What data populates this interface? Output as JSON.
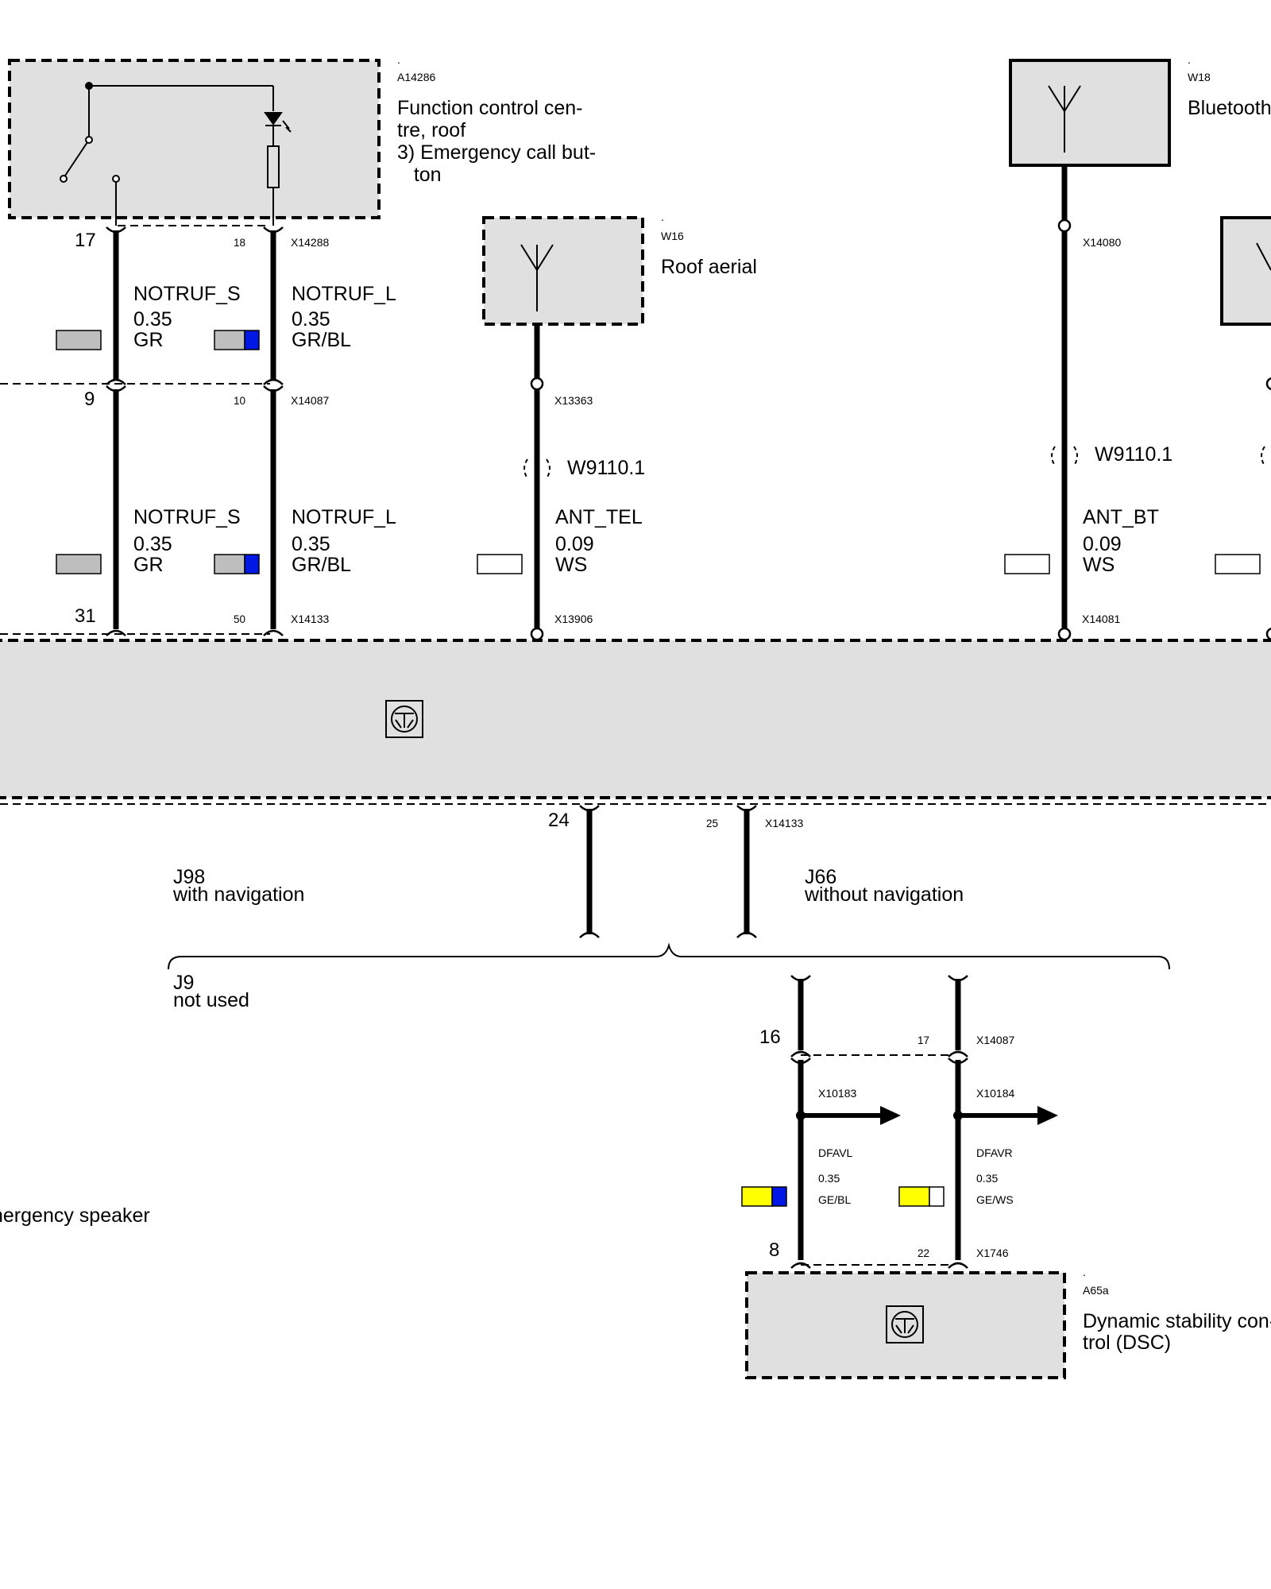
{
  "components": {
    "fcc": {
      "ref": "A14286",
      "name_lines": [
        "Function control cen-",
        "tre, roof",
        "3) Emergency call but-",
        "   ton"
      ]
    },
    "bt": {
      "ref": "W18",
      "name_lines": [
        "Bluetooth"
      ]
    },
    "roof_aerial": {
      "ref": "W16",
      "name_lines": [
        "Roof aerial"
      ]
    },
    "dsc": {
      "ref": "A65a",
      "name_lines": [
        "Dynamic stability con-",
        "trol (DSC)"
      ]
    },
    "speaker": {
      "name_lines": [
        "nergency speaker"
      ]
    }
  },
  "connectors": {
    "x14288": {
      "id": "X14288",
      "pin_a": "17",
      "pin_b": "18"
    },
    "x14087_top": {
      "id": "X14087",
      "pin_a": "9",
      "pin_b": "10"
    },
    "x14133_top": {
      "id": "X14133",
      "pin_a": "31",
      "pin_b": "50"
    },
    "x13363": {
      "id": "X13363"
    },
    "x13906": {
      "id": "X13906"
    },
    "x14080": {
      "id": "X14080"
    },
    "x14081": {
      "id": "X14081"
    },
    "x14133_bottom": {
      "id": "X14133",
      "pin_a": "24",
      "pin_b": "25"
    },
    "x14087_bottom": {
      "id": "X14087",
      "pin_a": "16",
      "pin_b": "17"
    },
    "x1746": {
      "id": "X1746",
      "pin_a": "8",
      "pin_b": "22"
    },
    "x10183": {
      "id": "X10183"
    },
    "x10184": {
      "id": "X10184"
    }
  },
  "wires": {
    "notruf_s_top": {
      "name": "NOTRUF_S",
      "size": "0.35",
      "color": "GR"
    },
    "notruf_l_top": {
      "name": "NOTRUF_L",
      "size": "0.35",
      "color": "GR/BL"
    },
    "notruf_s_bottom": {
      "name": "NOTRUF_S",
      "size": "0.35",
      "color": "GR"
    },
    "notruf_l_bottom": {
      "name": "NOTRUF_L",
      "size": "0.35",
      "color": "GR/BL"
    },
    "ant_tel": {
      "name": "ANT_TEL",
      "size": "0.09",
      "color": "WS"
    },
    "ant_bt": {
      "name": "ANT_BT",
      "size": "0.09",
      "color": "WS"
    },
    "dfavl": {
      "name": "DFAVL",
      "size": "0.35",
      "color": "GE/BL"
    },
    "dfavr": {
      "name": "DFAVR",
      "size": "0.35",
      "color": "GE/WS"
    }
  },
  "shields": {
    "w9110_1_left": "W9110.1",
    "w9110_1_right": "W9110.1"
  },
  "jumpers": {
    "j98": {
      "id": "J98",
      "desc": "with navigation"
    },
    "j66": {
      "id": "J66",
      "desc": "without navigation"
    },
    "j9": {
      "id": "J9",
      "desc": "not used"
    }
  },
  "dot_marks": ".",
  "colors": {
    "box_fill": "#e0e0e0",
    "GR": "#bebebe",
    "BL": "#0018e6",
    "GE": "#ffff00",
    "WS": "#ffffff",
    "line": "#000000"
  }
}
